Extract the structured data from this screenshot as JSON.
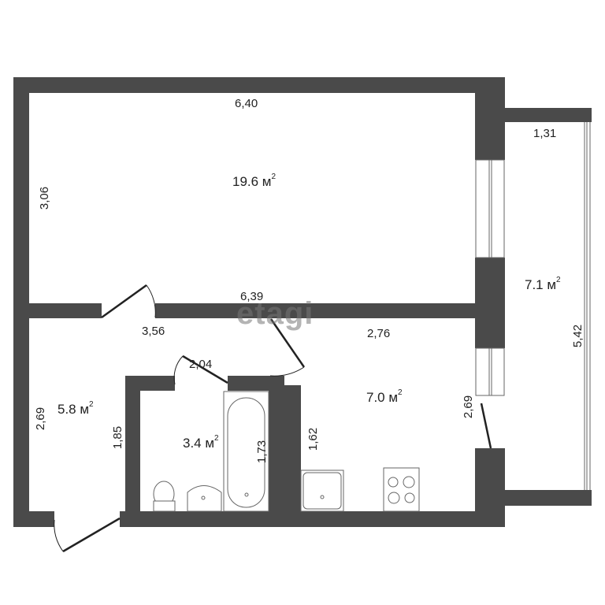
{
  "plan": {
    "colors": {
      "wall": "#4a4a4a",
      "background": "#ffffff",
      "text": "#222222",
      "fixture_line": "#555555"
    },
    "watermark": "etagi",
    "rooms": [
      {
        "id": "living-room",
        "area": "19.6 м",
        "area_sup": "2"
      },
      {
        "id": "balcony",
        "area": "7.1 м",
        "area_sup": "2"
      },
      {
        "id": "hallway",
        "area": "5.8 м",
        "area_sup": "2"
      },
      {
        "id": "bathroom",
        "area": "3.4 м",
        "area_sup": "2"
      },
      {
        "id": "kitchen",
        "area": "7.0 м",
        "area_sup": "2"
      }
    ],
    "dimensions": {
      "living_top": "6,40",
      "living_left": "3,06",
      "living_bottom": "6,39",
      "balcony_top": "1,31",
      "balcony_right": "5,42",
      "hall_top": "3,56",
      "hall_left": "2,69",
      "bath_top": "2,04",
      "bath_left": "1,85",
      "bath_tub": "1,73",
      "kitchen_top": "2,76",
      "kitchen_left": "1,62",
      "kitchen_right": "2,69"
    },
    "fixtures": [
      "toilet-icon",
      "sink-icon",
      "bathtub-icon",
      "kitchen-sink-icon",
      "stove-icon"
    ]
  }
}
